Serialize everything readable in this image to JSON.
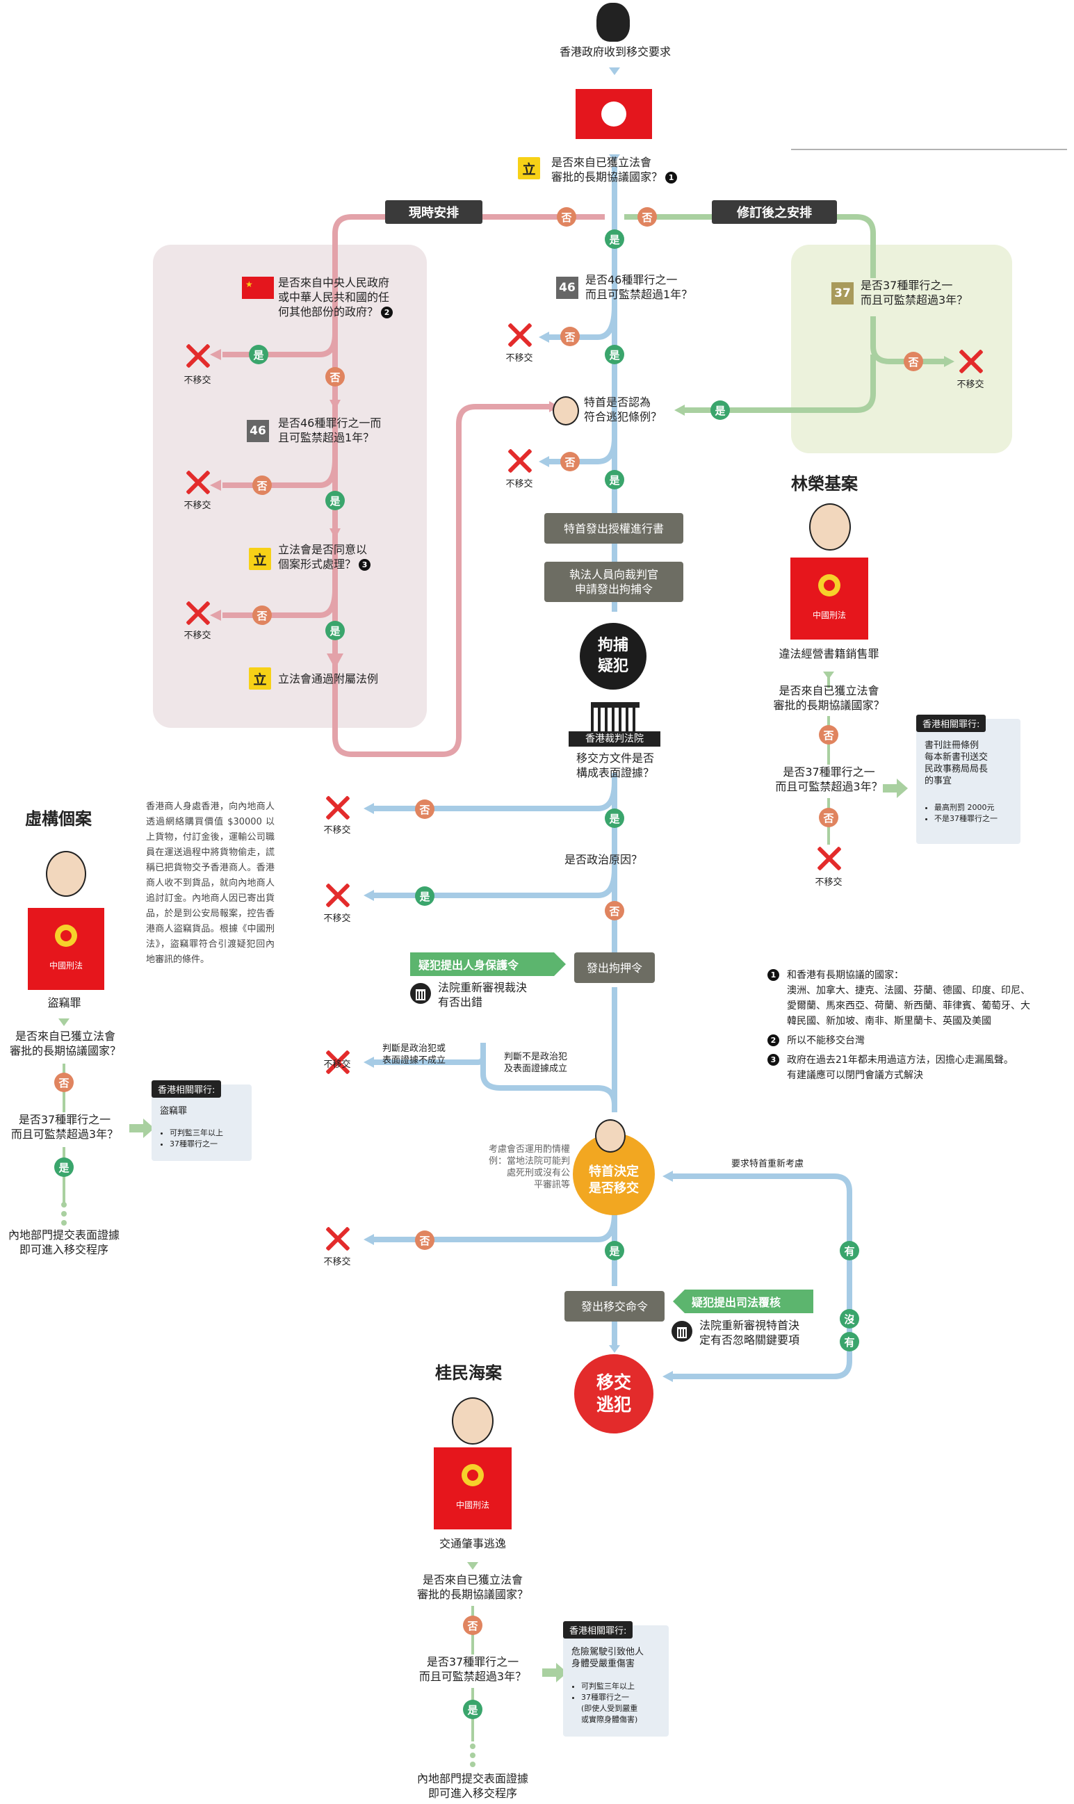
{
  "top": {
    "receive": "香港政府收到移交要求",
    "q_legislature": "是否來自已獲立法會\n審批的長期協議國家？",
    "fn1": "1",
    "tab_current": "現時安排",
    "tab_revised": "修訂後之安排",
    "no": "否",
    "yes": "是"
  },
  "left_panel": {
    "q_china": "是否來自中央人民政府\n或中華人民共和國的任\n何其他部份的政府？",
    "fn2": "2",
    "q46": "是否46種罪行之一而\n且可監禁超過1年？",
    "num46": "46",
    "q_legco_consent": "立法會是否同意以\n個案形式處理？",
    "fn3": "3",
    "legco_pass": "立法會通過附屬法例",
    "lego_char": "立"
  },
  "center": {
    "q46": "是否46種罪行之一\n而且可監禁超過1年？",
    "q_ce": "特首是否認為\n符合逃犯條例？",
    "ce_auth": "特首發出授權進行書",
    "officer_apply": "執法人員向裁判官\n申請發出拘捕令",
    "arrest": "拘捕\n疑犯",
    "court_label": "香港裁判法院",
    "q_evidence": "移交方文件是否\n構成表面證據？",
    "q_political": "是否政治原因？",
    "habeas": "疑犯提出人身保護令",
    "court_review": "法院重新審視裁決\n有否出錯",
    "issue_custody": "發出拘押令",
    "judge_political": "判斷是政治犯或\n表面證據不成立",
    "judge_not_political": "判斷不是政治犯\n及表面證據成立",
    "ce_consider": "考慮會否運用酌情權\n例：當地法院可能判\n處死刑或沒有公\n平審訊等",
    "ce_decide": "特首決定\n是否移交",
    "ask_ce": "要求特首重新考慮",
    "issue_surrender": "發出移交命令",
    "judicial_review": "疑犯提出司法覆核",
    "court_review2": "法院重新審視特首決\n定有否忽略關鍵要項",
    "surrender": "移交\n逃犯",
    "have": "有",
    "none": "沒",
    "no_surrender": "不移交"
  },
  "right_panel": {
    "num37": "37",
    "q37": "是否37種罪行之一\n而且可監禁超過3年？"
  },
  "case_lam": {
    "title": "林榮基案",
    "book": "中國刑法",
    "crime": "違法經營書籍銷售罪",
    "q1": "是否來自已獲立法會\n審批的長期協議國家？",
    "q2": "是否37種罪行之一\n而且可監禁超過3年？",
    "box_head": "香港相關罪行:",
    "box_title": "書刊註冊條例\n每本新書刊送交\n民政事務局局長\n的事宜",
    "box_items": [
      "最高刑罰 2000元",
      "不是37種罪行之一"
    ]
  },
  "case_fake": {
    "title": "虛構個案",
    "book": "中國刑法",
    "crime": "盜竊罪",
    "q1": "是否來自已獲立法會\n審批的長期協議國家？",
    "q2": "是否37種罪行之一\n而且可監禁超過3年？",
    "result": "內地部門提交表面證據\n即可進入移交程序",
    "story": "香港商人身處香港，向內地商人透過網絡購買價值 $30000 以上貨物，付訂金後，運輸公司職員在運送過程中將貨物偷走，謊稱已把貨物交予香港商人。香港商人收不到貨品，就向內地商人追討訂金。內地商人因已寄出貨品，於是到公安局報案，控告香港商人盜竊貨品。根據《中國刑法》，盜竊罪符合引渡疑犯回內地審訊的條件。",
    "box_head": "香港相關罪行:",
    "box_title": "盜竊罪",
    "box_items": [
      "可判監三年以上",
      "37種罪行之一"
    ]
  },
  "case_gui": {
    "title": "桂民海案",
    "book": "中國刑法",
    "crime": "交通肇事逃逸",
    "q1": "是否來自已獲立法會\n審批的長期協議國家？",
    "q2": "是否37種罪行之一\n而且可監禁超過3年？",
    "result": "內地部門提交表面證據\n即可進入移交程序",
    "box_head": "香港相關罪行:",
    "box_title": "危險駕駛引致他人\n身體受嚴重傷害",
    "box_items": [
      "可判監三年以上",
      "37種罪行之一\n(即使人受到嚴重\n或實際身體傷害)"
    ]
  },
  "notes": [
    {
      "n": "1",
      "text": "和香港有長期協議的國家：\n澳洲、加拿大、捷克、法國、芬蘭、德國、印度、印尼、\n愛爾蘭、馬來西亞、荷蘭、新西蘭、菲律賓、葡萄牙、大\n韓民國、新加坡、南非、斯里蘭卡、英國及美國"
    },
    {
      "n": "2",
      "text": "所以不能移交台灣"
    },
    {
      "n": "3",
      "text": "政府在過去21年都未用過這方法，因擔心走漏風聲。\n有建議應可以閉門會議方式解決"
    }
  ],
  "colors": {
    "pink": "#e3a2a9",
    "blue": "#a6cbe5",
    "green": "#a9d0a0",
    "orange": "#e0845f",
    "sgreen": "#3aa56c",
    "red": "#e32b2b",
    "panel_l": "#efe6e8",
    "panel_r": "#ecf2dc"
  }
}
